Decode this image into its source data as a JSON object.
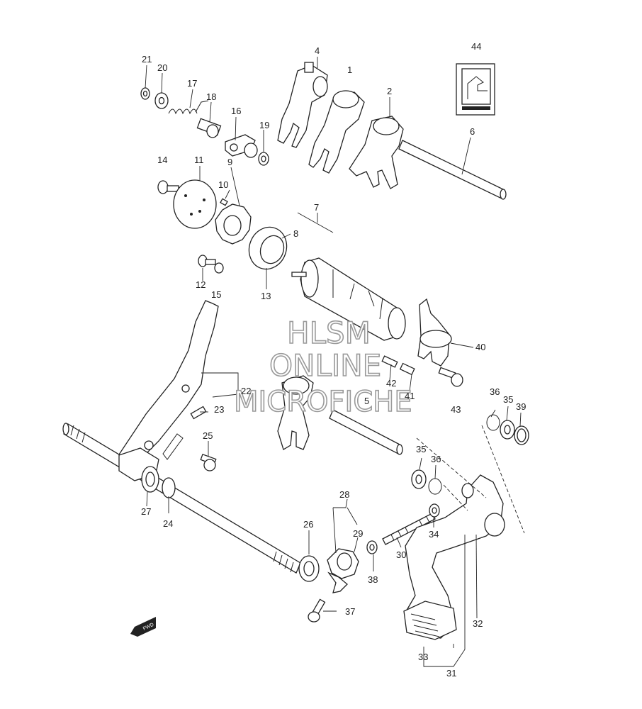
{
  "watermark": {
    "line1": "HLSM",
    "line2": "ONLINE",
    "line3": "MICROFICHE"
  },
  "callouts": {
    "c1": "1",
    "c2": "2",
    "c4": "4",
    "c5": "5",
    "c6": "6",
    "c7": "7",
    "c8": "8",
    "c9": "9",
    "c10": "10",
    "c11": "11",
    "c12": "12",
    "c13": "13",
    "c14": "14",
    "c15": "15",
    "c16": "16",
    "c17": "17",
    "c18": "18",
    "c19": "19",
    "c20": "20",
    "c21": "21",
    "c22": "22",
    "c23": "23",
    "c24": "24",
    "c25": "25",
    "c26": "26",
    "c27": "27",
    "c28": "28",
    "c29": "29",
    "c30": "30",
    "c31": "31",
    "c32": "32",
    "c33": "33",
    "c34": "34",
    "c35a": "35",
    "c35b": "35",
    "c36a": "36",
    "c36b": "36",
    "c37": "37",
    "c38": "38",
    "c39": "39",
    "c40": "40",
    "c41": "41",
    "c42": "42",
    "c43": "43",
    "c44": "44"
  },
  "fwd_badge": "FWD"
}
